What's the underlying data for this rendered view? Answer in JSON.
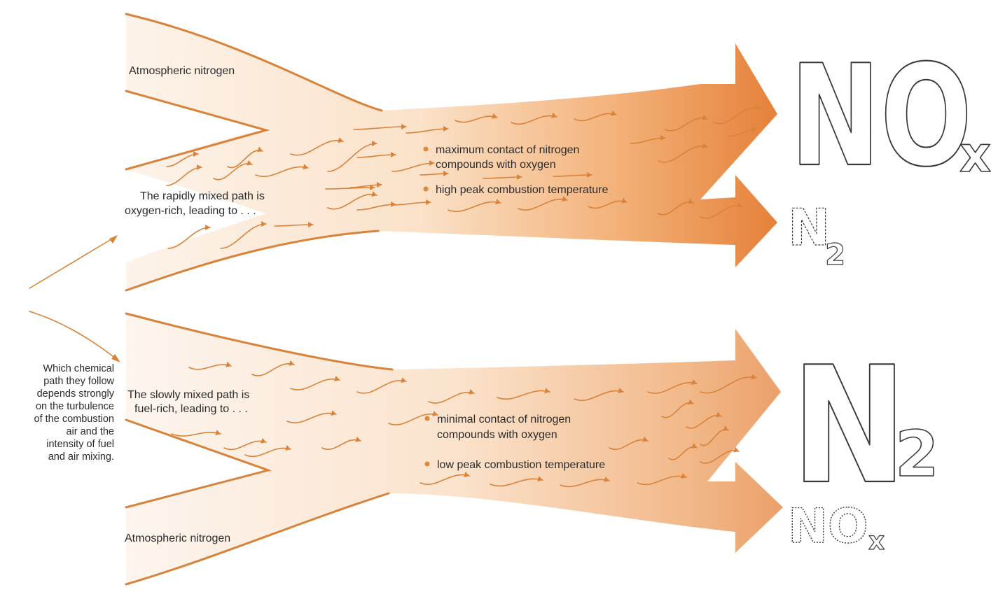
{
  "top_path": {
    "source_label": "Atmospheric nitrogen",
    "intro_line1": "The rapidly mixed path is",
    "intro_line2": "oxygen-rich, leading to . . .",
    "bullets": [
      {
        "line1": "maximum contact of nitrogen",
        "line2": "compounds with oxygen"
      },
      {
        "line1": "high peak combustion temperature",
        "line2": ""
      }
    ],
    "major_product": {
      "main": "NO",
      "sub": "x"
    },
    "minor_product": {
      "main": "N",
      "sub": "2"
    }
  },
  "bottom_path": {
    "source_label": "Atmospheric nitrogen",
    "intro_line1": "The slowly mixed path is",
    "intro_line2": "fuel-rich, leading to . . .",
    "bullets": [
      {
        "line1": "minimal contact of nitrogen",
        "line2": "compounds with oxygen"
      },
      {
        "line1": "low peak combustion temperature",
        "line2": ""
      }
    ],
    "major_product": {
      "main": "N",
      "sub": "2"
    },
    "minor_product": {
      "main": "NO",
      "sub": "x"
    }
  },
  "side_note": {
    "lines": [
      "Which chemical",
      "path they follow",
      "depends strongly",
      "on the turbulence",
      "of the combustion",
      "air and the",
      "intensity of fuel",
      "and air mixing."
    ]
  },
  "colors": {
    "flow_light": "#fdeee0",
    "flow_dark": "#e58a3c",
    "arrow": "#d9823a",
    "outline": "#3a3a3a"
  }
}
